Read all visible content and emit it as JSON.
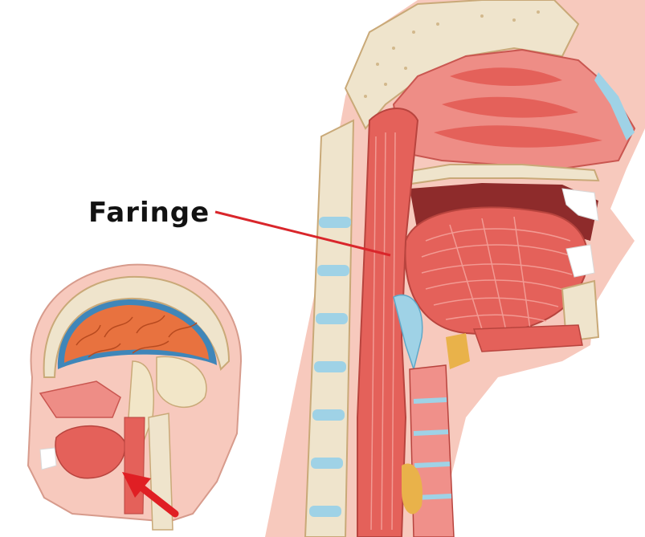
{
  "diagram": {
    "main_label": "Faringe",
    "label_line_color": "#d9262b",
    "arrow_color": "#e01f24",
    "tissue_colors": {
      "muscle": "#e4615a",
      "muscle_light": "#f0908a",
      "mucosa": "#f6b3aa",
      "bone": "#efe4cc",
      "bone_dots": "#d8c29c",
      "cartilage_blue": "#9fd2e6",
      "brain_orange": "#e8723f",
      "brain_blue": "#3f86b9",
      "gland_yellow": "#e9b24a"
    },
    "illustrations": [
      {
        "name": "sagittal-head-section",
        "description_icon": "head-sagittal-icon"
      },
      {
        "name": "pharynx-close-up",
        "description_icon": "pharynx-section-icon"
      }
    ]
  }
}
